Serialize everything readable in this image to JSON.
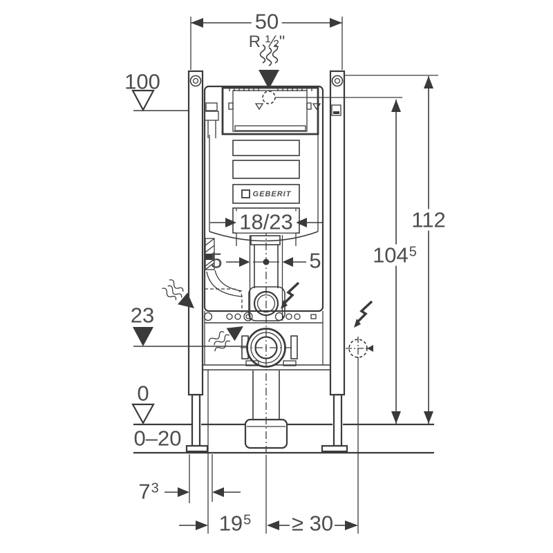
{
  "colors": {
    "line": "#3a3a3a",
    "text": "#4d4d4d",
    "background": "#ffffff"
  },
  "drawing": {
    "brand": "GEBERIT",
    "dims": {
      "frame_width": "50",
      "water_supply_thread": "R ½\"",
      "level_top": "100",
      "flush_shaft": "18/23",
      "offset_left": "5",
      "offset_right": "5",
      "level_outlet": "23",
      "level_floor": "0",
      "floor_buildup": "0–20",
      "height_total": "112",
      "height_supply": {
        "value": "104",
        "sup": "5"
      },
      "front_offset": {
        "value": "7",
        "sup": "3"
      },
      "outlet_offset": {
        "value": "19",
        "sup": "5"
      },
      "side_clearance": "≥ 30"
    }
  }
}
